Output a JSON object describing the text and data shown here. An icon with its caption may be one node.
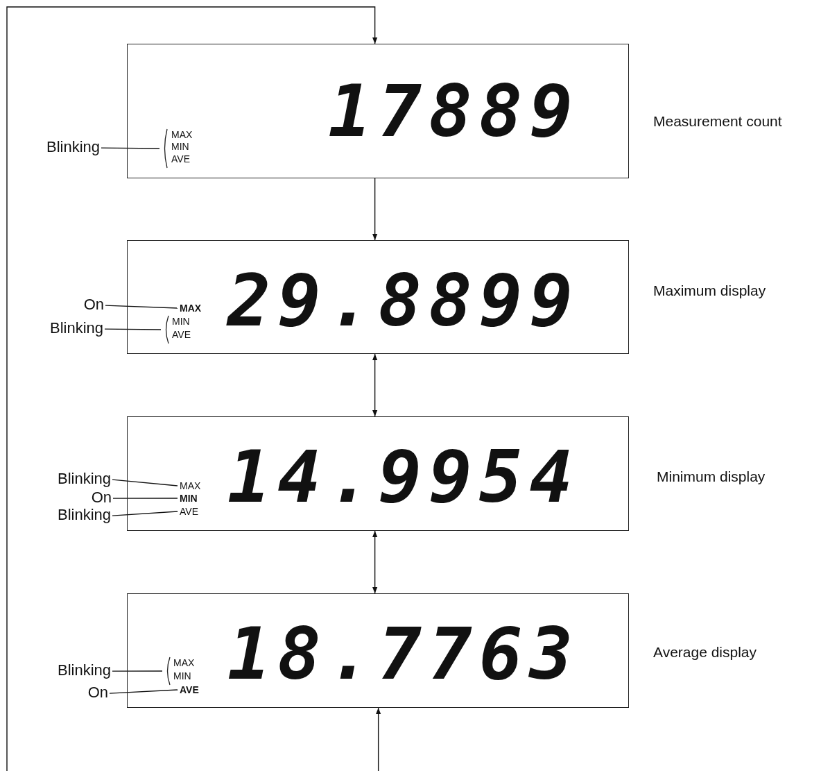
{
  "diagram": {
    "nodes": [
      {
        "text": [
          "17889"
        ],
        "beside": [
          "Measurement count"
        ]
      },
      {
        "text": [
          "Blinking"
        ]
      },
      {
        "text": [],
        "shape": "bracket",
        "in": 0
      },
      {
        "text": [
          "MAX"
        ],
        "in": 2
      },
      {
        "text": [
          "MIN"
        ],
        "in": 2
      },
      {
        "text": [
          "AVE"
        ],
        "in": 2
      },
      {
        "text": [
          "29.8899"
        ],
        "beside": [
          "Maximum display"
        ]
      },
      {
        "text": [
          "On"
        ]
      },
      {
        "text": [
          "Blinking"
        ]
      },
      {
        "text": [
          "MAX"
        ],
        "in": 6
      },
      {
        "text": [],
        "shape": "bracket",
        "in": 6
      },
      {
        "text": [
          "MIN"
        ],
        "in": 10
      },
      {
        "text": [
          "AVE"
        ],
        "in": 10
      },
      {
        "text": [
          "14.9954"
        ],
        "beside": [
          "Minimum display"
        ]
      },
      {
        "text": [
          "Blinking"
        ]
      },
      {
        "text": [
          "On"
        ]
      },
      {
        "text": [
          "Blinking"
        ]
      },
      {
        "text": [
          "MAX"
        ],
        "in": 13
      },
      {
        "text": [
          "MIN"
        ],
        "in": 13
      },
      {
        "text": [
          "AVE"
        ],
        "in": 13
      },
      {
        "text": [
          "18.7763"
        ],
        "beside": [
          "Average display"
        ]
      },
      {
        "text": [
          "Blinking"
        ]
      },
      {
        "text": [
          "On"
        ]
      },
      {
        "text": [],
        "shape": "bracket",
        "in": 20
      },
      {
        "text": [
          "MAX"
        ],
        "in": 23
      },
      {
        "text": [
          "MIN"
        ],
        "in": 23
      },
      {
        "text": [
          "AVE"
        ],
        "in": 20
      }
    ],
    "edges": [
      {
        "from": null,
        "to": 0,
        "arrow": "to"
      },
      {
        "from": 0,
        "to": 6,
        "arrow": "to"
      },
      {
        "from": 6,
        "to": 13,
        "arrow": "both"
      },
      {
        "from": 13,
        "to": 20,
        "arrow": "both"
      },
      {
        "from": null,
        "to": 20,
        "arrow": "to"
      },
      {
        "from": 1,
        "to": 2,
        "arrow": "none"
      },
      {
        "from": 7,
        "to": 9,
        "arrow": "none"
      },
      {
        "from": 8,
        "to": 10,
        "arrow": "none"
      },
      {
        "from": 14,
        "to": 17,
        "arrow": "none"
      },
      {
        "from": 15,
        "to": 18,
        "arrow": "none"
      },
      {
        "from": 16,
        "to": 19,
        "arrow": "none"
      },
      {
        "from": 21,
        "to": 23,
        "arrow": "none"
      },
      {
        "from": 22,
        "to": 26,
        "arrow": "none"
      }
    ]
  }
}
